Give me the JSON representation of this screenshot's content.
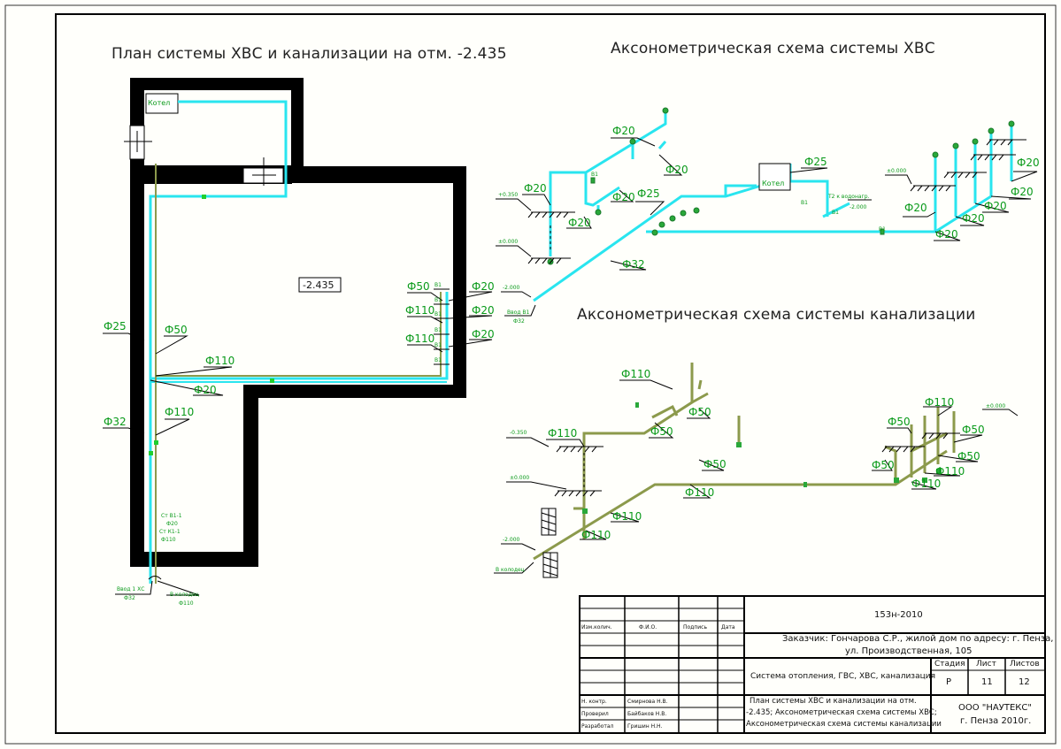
{
  "colors": {
    "water": "#29e5ef",
    "sewer": "#8c9a4c",
    "label": "#0a9a1a",
    "wall": "#000000",
    "valve": "#2aa83a"
  },
  "titles": {
    "plan": "План системы ХВС и канализации на отм. -2.435",
    "axo_water": "Аксонометрическая схема системы ХВС",
    "axo_sewer": "Аксонометрическая схема системы канализации"
  },
  "plan": {
    "boiler": "Котел",
    "level": "-2.435",
    "labels": {
      "d25": "Ф25",
      "d50": "Ф50",
      "d110a": "Ф110",
      "d20a": "Ф20",
      "d32": "Ф32",
      "d110b": "Ф110",
      "r50": "Ф50",
      "r110a": "Ф110",
      "r110b": "Ф110",
      "r20a": "Ф20",
      "r20b": "Ф20",
      "r20c": "Ф20"
    },
    "small": {
      "b1a": "В1",
      "b1b": "В1",
      "b1c": "В1",
      "b1d": "В1",
      "b1e": "В1",
      "b1f": "В1",
      "st1": "Ст В1-1",
      "st1d": "Ф20",
      "st2": "Ст К1-1",
      "st2d": "Ф110",
      "inp": "Ввод 1 ХС",
      "inpd": "Ф32",
      "out": "В колодец",
      "outd": "Ф110"
    }
  },
  "axo_water": {
    "boiler": "Котел",
    "labels": [
      "Ф20",
      "Ф20",
      "Ф20",
      "Ф20",
      "Ф25",
      "Ф20",
      "Ф32",
      "Ф25",
      "Ф20",
      "Ф20",
      "Ф20",
      "Ф20",
      "Ф20",
      "Ф20"
    ],
    "small": {
      "m1": "+0.350",
      "m2": "±0.000",
      "m3": "-2.000",
      "m4": "±0.000",
      "m5": "-2.000",
      "inp": "Ввод В1",
      "inpd": "Ф32",
      "t2": "Т2 к водонагр.",
      "b1a": "В1",
      "b1b": "В1",
      "b1c": "В1",
      "b1d": "В1"
    }
  },
  "axo_sewer": {
    "labels": [
      "Ф110",
      "Ф50",
      "Ф110",
      "Ф50",
      "Ф50",
      "Ф110",
      "Ф110",
      "Ф110",
      "Ф110",
      "Ф50",
      "Ф50",
      "Ф50",
      "Ф50",
      "Ф110",
      "Ф110"
    ],
    "small": {
      "m1": "-0.350",
      "m2": "±0.000",
      "m3": "-2.000",
      "m4": "±0.000",
      "out": "В колодец"
    }
  },
  "title_block": {
    "code": "153н-2010",
    "customer_line1": "Заказчик: Гончарова С.Р., жилой дом по адресу: г. Пенза,",
    "customer_line2": "ул. Производственная, 105",
    "system": "Система отопления, ГВС, ХВС, канализация",
    "sheet_title_line1": "План системы ХВС и канализации на отм.",
    "sheet_title_line2": "-2.435; Аксонометрическая схема системы ХВС;",
    "sheet_title_line3": "Аксонометрическая схема системы канализации",
    "company_line1": "ООО \"НАУТЕКС\"",
    "company_line2": "г. Пенза 2010г.",
    "col_stage": "Стадия",
    "col_sheet": "Лист",
    "col_sheets": "Листов",
    "stage": "Р",
    "sheet": "11",
    "sheets": "12",
    "h_izm": "Изм.колич.",
    "h_fio": "Ф.И.О.",
    "h_sign": "Подпись",
    "h_date": "Дата",
    "r1_role": "Н. контр.",
    "r1_name": "Смирнова Н.В.",
    "r2_role": "Проверил",
    "r2_name": "Байбаков Н.В.",
    "r3_role": "Разработал",
    "r3_name": "Гришин Н.Н."
  }
}
